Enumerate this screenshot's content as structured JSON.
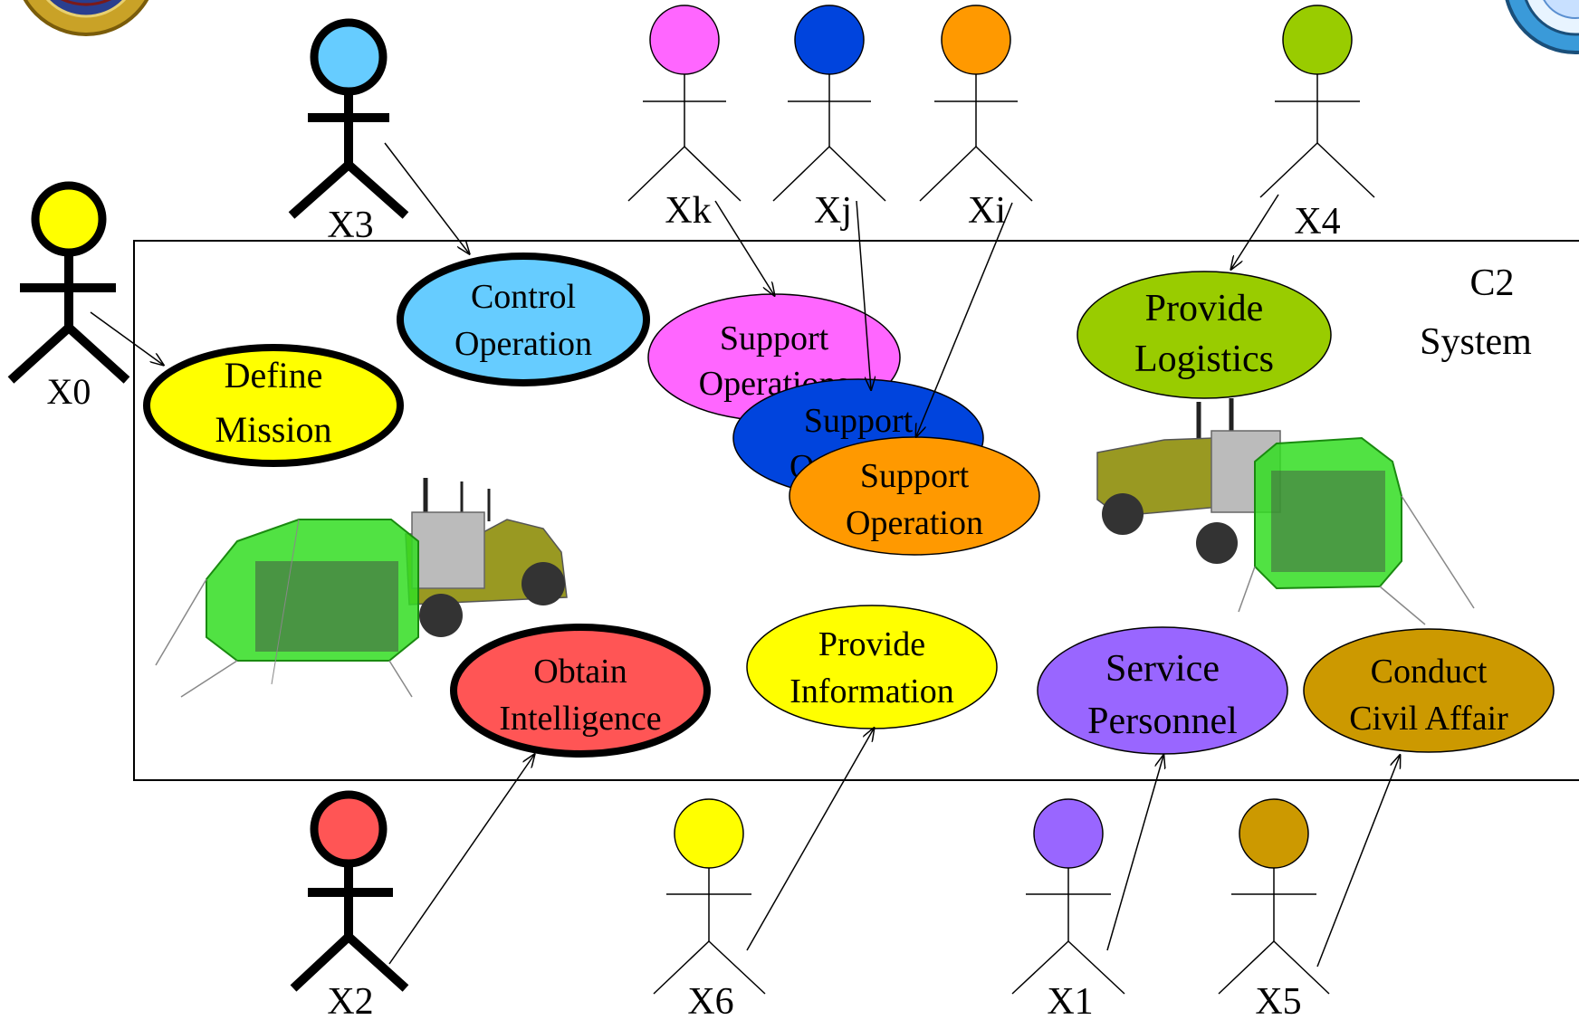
{
  "system": {
    "line1": "C2",
    "line2": "System"
  },
  "actors": [
    {
      "id": "x0",
      "label": "X0",
      "color": "#ffff00"
    },
    {
      "id": "x3",
      "label": "X3",
      "color": "#66ccff"
    },
    {
      "id": "xk",
      "label": "Xk",
      "color": "#ff66ff"
    },
    {
      "id": "xj",
      "label": "Xj",
      "color": "#0044dd"
    },
    {
      "id": "xi",
      "label": "Xi",
      "color": "#ff9900"
    },
    {
      "id": "x4",
      "label": "X4",
      "color": "#99cc00"
    },
    {
      "id": "x2",
      "label": "X2",
      "color": "#ff5555"
    },
    {
      "id": "x6",
      "label": "X6",
      "color": "#ffff00"
    },
    {
      "id": "x1",
      "label": "X1",
      "color": "#9966ff"
    },
    {
      "id": "x5",
      "label": "X5",
      "color": "#cc9900"
    }
  ],
  "use_cases": [
    {
      "id": "define-mission",
      "line1": "Define",
      "line2": "Mission",
      "color": "#ffff00"
    },
    {
      "id": "control-operation",
      "line1": "Control",
      "line2": "Operation",
      "color": "#66ccff"
    },
    {
      "id": "support-operations",
      "line1": "Support",
      "line2": "Operations",
      "color": "#ff66ff"
    },
    {
      "id": "support-op-blue",
      "line1": "Support",
      "line2": "Operation",
      "color": "#0044dd"
    },
    {
      "id": "support-operation",
      "line1": "Support",
      "line2": "Operation",
      "color": "#ff9900"
    },
    {
      "id": "provide-logistics",
      "line1": "Provide",
      "line2": "Logistics",
      "color": "#99cc00"
    },
    {
      "id": "obtain-intelligence",
      "line1": "Obtain",
      "line2": "Intelligence",
      "color": "#ff5555"
    },
    {
      "id": "provide-information",
      "line1": "Provide",
      "line2": "Information",
      "color": "#ffff00"
    },
    {
      "id": "service-personnel",
      "line1": "Service",
      "line2": "Personnel",
      "color": "#9966ff"
    },
    {
      "id": "conduct-civil-affair",
      "line1": "Conduct",
      "line2": "Civil Affair",
      "color": "#cc9900"
    }
  ],
  "vehicle_colors": {
    "shelter": "#33dd22",
    "truck": "#999922",
    "box": "#bbbbbb"
  }
}
